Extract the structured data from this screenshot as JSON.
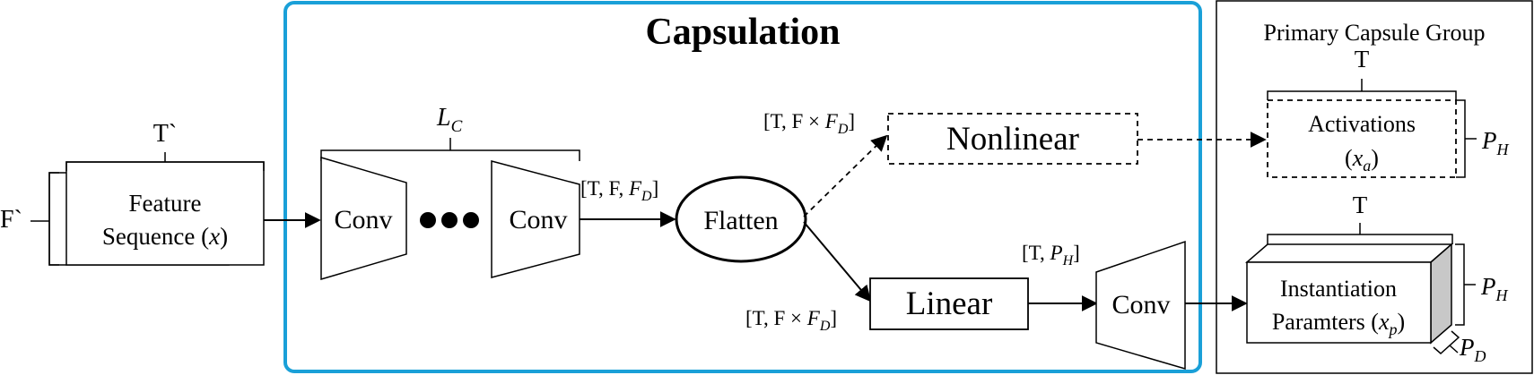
{
  "title": "Capsulation",
  "group_title": "Primary Capsule Group",
  "input": {
    "label_line1": "Feature",
    "label_line2_text": "Sequence (",
    "label_line2_var": "x",
    "label_line2_close": ")",
    "time_dim": "T`",
    "feature_dim": "F`"
  },
  "conv_stack": {
    "layer_count_base": "L",
    "layer_count_sub": "C",
    "conv1": "Conv",
    "conv2": "Conv"
  },
  "flatten": {
    "label": "Flatten",
    "input_shape_text": "[T, F, ",
    "input_shape_var": "F",
    "input_shape_sub": "D",
    "input_shape_close": "]"
  },
  "nonlinear": {
    "label": "Nonlinear",
    "shape_text": "[T, F × ",
    "shape_var": "F",
    "shape_sub": "D",
    "shape_close": "]"
  },
  "linear": {
    "label": "Linear",
    "shape_text": "[T, F × ",
    "shape_var": "F",
    "shape_sub": "D",
    "shape_close": "]"
  },
  "conv_out": {
    "label": "Conv",
    "shape_text": "[T, ",
    "shape_var": "P",
    "shape_sub": "H",
    "shape_close": "]"
  },
  "activations": {
    "line1": "Activations",
    "line2_open": "(",
    "line2_var": "x",
    "line2_sub": "a",
    "line2_close": ")",
    "time_dim": "T",
    "height_var": "P",
    "height_sub": "H"
  },
  "instantiation": {
    "line1": "Instantiation",
    "line2_text": "Paramters (",
    "line2_var": "x",
    "line2_sub": "p",
    "line2_close": ")",
    "time_dim": "T",
    "height_var": "P",
    "height_sub": "H",
    "depth_var": "P",
    "depth_sub": "D"
  },
  "colors": {
    "capsulation_border": "#1aa0d8",
    "stroke": "#000000",
    "depth_face": "#c8c8c8"
  }
}
